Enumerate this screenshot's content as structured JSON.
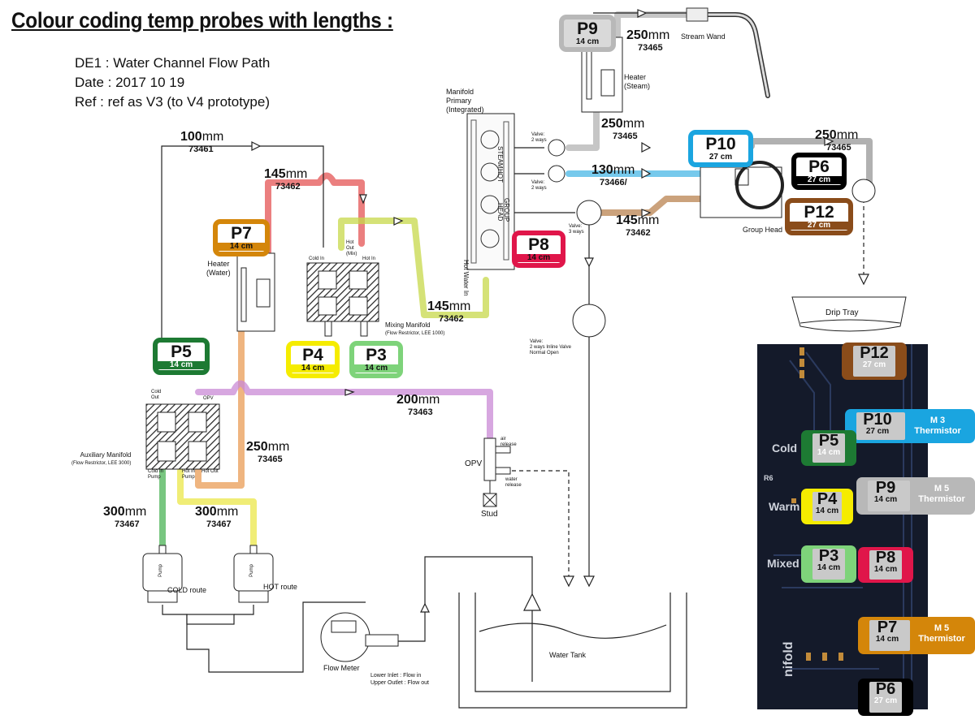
{
  "title": "Colour coding temp probes with lengths :",
  "meta": {
    "line1": "DE1   :   Water Channel Flow Path",
    "line2": "Date  : 2017 10 19",
    "line3": "Ref  :  ref as V3 (to V4 prototype)"
  },
  "colors": {
    "P3": "#7ed37a",
    "P4": "#f5ec00",
    "P5": "#1d7a33",
    "P6": "#000000",
    "P7": "#d4860a",
    "P8": "#e0164a",
    "P9": "#b8b8b8",
    "P10": "#1aa5e0",
    "P12": "#8a4c1a",
    "OPV_line": "#c98ad6"
  },
  "probes": {
    "P3": {
      "label": "P3",
      "length": "14 cm"
    },
    "P4": {
      "label": "P4",
      "length": "14 cm"
    },
    "P5": {
      "label": "P5",
      "length": "14 cm"
    },
    "P6": {
      "label": "P6",
      "length": "27 cm"
    },
    "P7": {
      "label": "P7",
      "length": "14 cm"
    },
    "P8": {
      "label": "P8",
      "length": "14 cm"
    },
    "P9": {
      "label": "P9",
      "length": "14 cm"
    },
    "P10": {
      "label": "P10",
      "length": "27 cm"
    },
    "P12": {
      "label": "P12",
      "length": "27 cm"
    }
  },
  "tubes": {
    "t100": {
      "len": "100",
      "unit": "mm",
      "part": "73461"
    },
    "t145a": {
      "len": "145",
      "unit": "mm",
      "part": "73462"
    },
    "t145b": {
      "len": "145",
      "unit": "mm",
      "part": "73462"
    },
    "t145c": {
      "len": "145",
      "unit": "mm",
      "part": "73462"
    },
    "t200": {
      "len": "200",
      "unit": "mm",
      "part": "73463"
    },
    "t250a": {
      "len": "250",
      "unit": "mm",
      "part": "73465"
    },
    "t250b": {
      "len": "250",
      "unit": "mm",
      "part": "73465"
    },
    "t250c": {
      "len": "250",
      "unit": "mm",
      "part": "73465"
    },
    "t250d": {
      "len": "250",
      "unit": "mm",
      "part": "73465"
    },
    "t300a": {
      "len": "300",
      "unit": "mm",
      "part": "73467"
    },
    "t300b": {
      "len": "300",
      "unit": "mm",
      "part": "73467"
    },
    "t130": {
      "len": "130",
      "unit": "mm",
      "part": "73466/"
    }
  },
  "labels": {
    "stream_wand": "Stream Wand",
    "heater_steam": "Heater",
    "heater_steam2": "(Steam)",
    "manifold_primary1": "Manifold",
    "manifold_primary2": "Primary",
    "manifold_primary3": "(Integrated)",
    "steam": "STEAM",
    "hot": "HOT",
    "group": "GROUP",
    "head": "HEAD",
    "hot_water_in": "Hot Water In",
    "valve2a": "Valve:",
    "valve2a_b": "2 ways",
    "valve2b": "Valve:",
    "valve2b_b": "2 ways",
    "valve3": "Valve:",
    "valve3_b": "3 ways",
    "group_head": "Group Head",
    "drip_tray": "Drip Tray",
    "heater_water1": "Heater",
    "heater_water2": "(Water)",
    "cold_in": "Cold In",
    "hot_out": "Hot",
    "hot_out2": "Out",
    "hot_out3": "(Mix)",
    "hot_in": "Hot In",
    "mixing_manifold": "Mixing Manifold",
    "mixing_manifold_sub": "(Flow Restrictor, LEE 1000)",
    "aux_manifold": "Auxiliary Manifold",
    "aux_manifold_sub": "(Flow Restrictor, LEE 3000)",
    "cold_out": "Cold",
    "cold_out2": "Out",
    "opv_port": "OPV",
    "cold_in_pump": "Cold In",
    "cold_in_pump2": "Pump",
    "hot_in_pump": "Hot In",
    "hot_in_pump2": "Pump",
    "hot_out_aux": "Hot Out",
    "opv": "OPV",
    "air_release": "air",
    "air_release2": "release",
    "water_release": "water",
    "water_release2": "release",
    "stud": "Stud",
    "inline_valve1": "Valve:",
    "inline_valve2": "2 ways Inline Valve",
    "inline_valve3": "Normal Open",
    "cold_route": "COLD route",
    "hot_route": "HOT route",
    "pump": "Pump",
    "flow_meter": "Flow Meter",
    "lower_inlet": "Lower Inlet : Flow in",
    "upper_outlet": "Upper Outlet : Flow out",
    "water_tank": "Water Tank"
  },
  "pcb": {
    "cold": "Cold",
    "warm": "Warm",
    "mixed": "Mixed",
    "r6": "R6",
    "nifold": "nifold",
    "m3": "M 3",
    "m5a": "M 5",
    "m5b": "M 5",
    "thermistor": "Thermistor"
  }
}
